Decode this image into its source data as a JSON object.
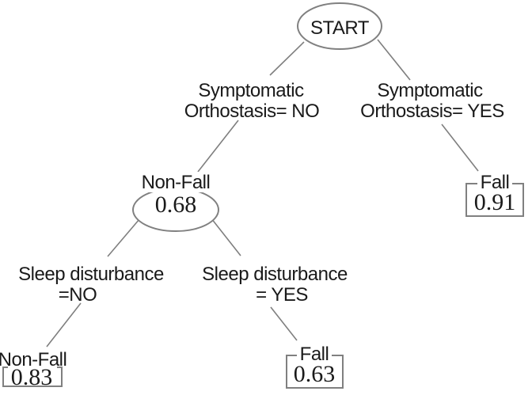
{
  "diagram": {
    "type": "decision-tree",
    "colors": {
      "line": "#7f7f7f",
      "shape_border": "#808080",
      "text": "#1a1a1a",
      "background": "#ffffff"
    },
    "nodes": {
      "start": {
        "label": "START",
        "shape": "ellipse"
      },
      "nonfall_068": {
        "label": "Non-Fall",
        "value": "0.68",
        "shape": "ellipse"
      },
      "fall_091": {
        "label": "Fall",
        "value": "0.91",
        "shape": "rect"
      },
      "nonfall_083": {
        "label": "Non-Fall",
        "value": "0.83",
        "shape": "rect"
      },
      "fall_063": {
        "label": "Fall",
        "value": "0.63",
        "shape": "rect"
      }
    },
    "branches": {
      "sympt_no": {
        "line1": "Symptomatic",
        "line2": "Orthostasis= NO"
      },
      "sympt_yes": {
        "line1": "Symptomatic",
        "line2": "Orthostasis= YES"
      },
      "sleep_no": {
        "line1": "Sleep disturbance",
        "line2": "=NO"
      },
      "sleep_yes": {
        "line1": "Sleep disturbance",
        "line2": "= YES"
      }
    }
  }
}
